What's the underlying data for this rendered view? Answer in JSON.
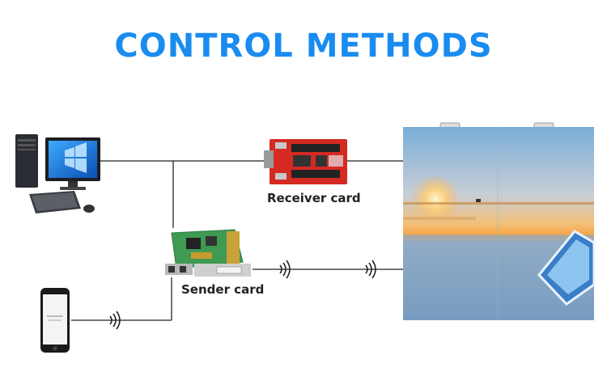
{
  "title": "CONTROL METHODS",
  "labels": {
    "receiver_card": "Receiver card",
    "sender_card": "Sender card"
  },
  "colors": {
    "title": "#1a8cf0",
    "line": "#222222",
    "pcb_red": "#d42a22",
    "pcb_green": "#3f9a52"
  },
  "icons": [
    "computer-icon",
    "receiver-card-icon",
    "sender-card-icon",
    "smartphone-icon",
    "wireless-signal-icon",
    "led-screen-image"
  ]
}
